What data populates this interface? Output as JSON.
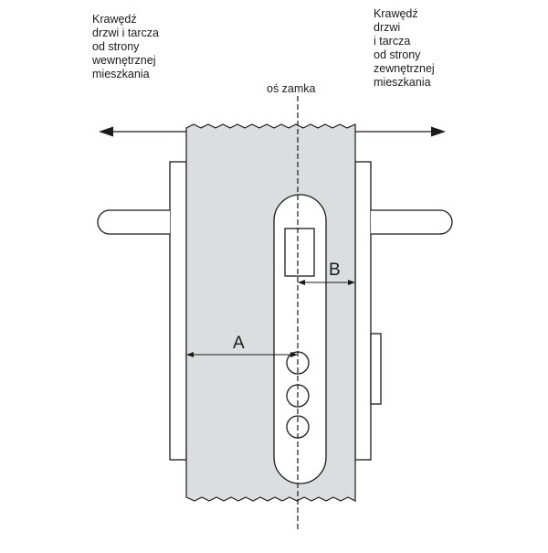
{
  "labels": {
    "inner_edge": "Krawędź\ndrzwi i tarcza\nod strony\nwewnętrznej\nmieszkania",
    "outer_edge": "Krawędź\ndrzwi\ni tarcza\nod strony\nzewnętrznej\nmieszkania",
    "lock_axis": "oś zamka",
    "dimension_a": "A",
    "dimension_b": "B"
  },
  "colors": {
    "door_fill": "#dcdde0",
    "line": "#1a1a1a",
    "handle_fill": "#ffffff"
  }
}
